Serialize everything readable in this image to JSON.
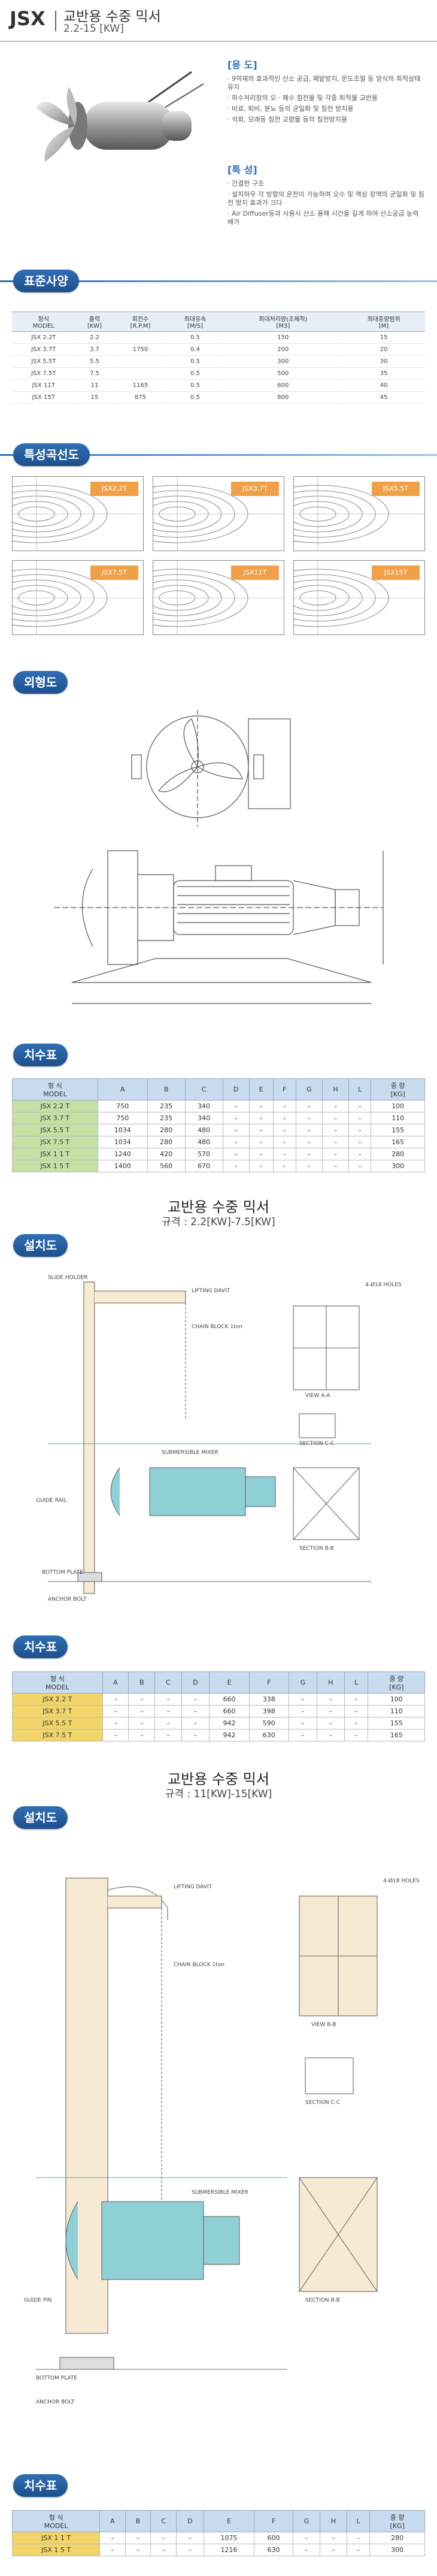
{
  "header": {
    "model": "JSX",
    "title": "교반용 수중 믹서",
    "range": "2.2-15 [KW]"
  },
  "usage": {
    "heading": "[용 도]",
    "items": [
      "9억재의 효과적인 산소 공급, 폐밭방지, 온도조절 등 양식의 최적상태 유지",
      "하수처리장의 오 · 폐수 침전물 및 각종 퇴적물 교반용",
      "비료, 퇴비, 분뇨 등의 균일화 및 침전 방지용",
      "석회, 모래등 침전 교량물 등의 침전방지용"
    ]
  },
  "features": {
    "heading": "[특 성]",
    "items": [
      "간결한 구조",
      "설치하우 각 방향의 운전이 가능하며 오수 및 액상 장액의 균일화 및 침전 방지 효과가 크다",
      "Air Diffuser등과 사용시 산소 용해 시간을 길게 하여 산소공급 능력 배가"
    ]
  },
  "sections": {
    "spec": "표준사양",
    "curve": "특성곡선도",
    "exterior": "외형도",
    "dim1": "치수표",
    "install1": "설치도",
    "dim2": "치수표",
    "install2": "설치도",
    "dim3": "치수표"
  },
  "spec_table": {
    "headers": [
      "형식\nMODEL",
      "출력\n[KW]",
      "회전수\n[R.P.M]",
      "최대유속\n[M/S]",
      "최대처리량(조체적)\n[M3]",
      "최대중량범위\n[M]"
    ],
    "rows": [
      [
        "JSX 2.2T",
        "2.2",
        "",
        "0.5",
        "150",
        "15"
      ],
      [
        "JSX 3.7T",
        "3.7",
        "1750",
        "0.4",
        "200",
        "20"
      ],
      [
        "JSX 5.5T",
        "5.5",
        "",
        "0.5",
        "300",
        "30"
      ],
      [
        "JSX 7.5T",
        "7.5",
        "",
        "0.5",
        "500",
        "35"
      ],
      [
        "JSX 11T",
        "11",
        "1165",
        "0.5",
        "600",
        "40"
      ],
      [
        "JSX 15T",
        "15",
        "875",
        "0.5",
        "800",
        "45"
      ]
    ]
  },
  "curves": [
    "JSX2.2T",
    "JSX3.7T",
    "JSX5.5T",
    "JSX7.5T",
    "JSX11T",
    "JSX15T"
  ],
  "dim_table_1": {
    "headers": [
      "형 식\nMODEL",
      "A",
      "B",
      "C",
      "D",
      "E",
      "F",
      "G",
      "H",
      "L",
      "중 량\n[KG]"
    ],
    "rows": [
      [
        "JSX 2.2 T",
        "750",
        "235",
        "340",
        "–",
        "–",
        "–",
        "–",
        "–",
        "–",
        "100"
      ],
      [
        "JSX 3.7 T",
        "750",
        "235",
        "340",
        "–",
        "–",
        "–",
        "–",
        "–",
        "–",
        "110"
      ],
      [
        "JSX 5.5 T",
        "1034",
        "280",
        "480",
        "–",
        "–",
        "–",
        "–",
        "–",
        "–",
        "155"
      ],
      [
        "JSX 7.5 T",
        "1034",
        "280",
        "480",
        "–",
        "–",
        "–",
        "–",
        "–",
        "–",
        "165"
      ],
      [
        "JSX 1 1 T",
        "1240",
        "420",
        "570",
        "–",
        "–",
        "–",
        "–",
        "–",
        "–",
        "280"
      ],
      [
        "JSX 1 5 T",
        "1400",
        "560",
        "670",
        "–",
        "–",
        "–",
        "–",
        "–",
        "–",
        "300"
      ]
    ]
  },
  "install1": {
    "title": "교반용 수중 믹서",
    "subtitle": "규격 : 2.2[KW]-7.5[KW]",
    "labels": [
      "SLIDE HOLDER",
      "LIFTING DAVIT",
      "CHAIN BLOCK 1ton",
      "SUBMERSIBLE MIXER",
      "GUIDE RAIL",
      "BOTTOM PLATE",
      "ANCHOR BOLT",
      "VIEW A-A",
      "SECTION C-C",
      "SECTION B-B",
      "4-Ø18 HOLES"
    ]
  },
  "dim_table_2": {
    "headers": [
      "형 식\nMODEL",
      "A",
      "B",
      "C",
      "D",
      "E",
      "F",
      "G",
      "H",
      "L",
      "중 량\n[KG]"
    ],
    "rows": [
      [
        "JSX 2.2 T",
        "–",
        "–",
        "–",
        "–",
        "660",
        "338",
        "–",
        "–",
        "–",
        "100"
      ],
      [
        "JSX 3.7 T",
        "–",
        "–",
        "–",
        "–",
        "660",
        "398",
        "–",
        "–",
        "–",
        "110"
      ],
      [
        "JSX 5.5 T",
        "–",
        "–",
        "–",
        "–",
        "942",
        "590",
        "–",
        "–",
        "–",
        "155"
      ],
      [
        "JSX 7.5 T",
        "–",
        "–",
        "–",
        "–",
        "942",
        "630",
        "–",
        "–",
        "–",
        "165"
      ]
    ]
  },
  "install2": {
    "title": "교반용 수중 믹서",
    "subtitle": "규격 : 11[KW]-15[KW]",
    "labels": [
      "LIFTING DAVIT",
      "CHAIN BLOCK 1ton",
      "SUBMERSIBLE MIXER",
      "GUIDE PIN",
      "BOTTOM PLATE",
      "ANCHOR BOLT",
      "VIEW B-B",
      "SECTION C-C",
      "SECTION B-B",
      "4-Ø18 HOLES"
    ]
  },
  "dim_table_3": {
    "headers": [
      "형 식\nMODEL",
      "A",
      "B",
      "C",
      "D",
      "E",
      "F",
      "G",
      "H",
      "L",
      "중 량\n[KG]"
    ],
    "rows": [
      [
        "JSX 1 1 T",
        "–",
        "–",
        "–",
        "–",
        "1075",
        "600",
        "–",
        "–",
        "–",
        "280"
      ],
      [
        "JSX 1 5 T",
        "–",
        "–",
        "–",
        "–",
        "1216",
        "630",
        "–",
        "–",
        "–",
        "300"
      ]
    ]
  },
  "colors": {
    "accent": "#2f6fb3",
    "tag": "#f0a046",
    "green": "#c5e0a3",
    "yellow": "#f1d56a"
  }
}
